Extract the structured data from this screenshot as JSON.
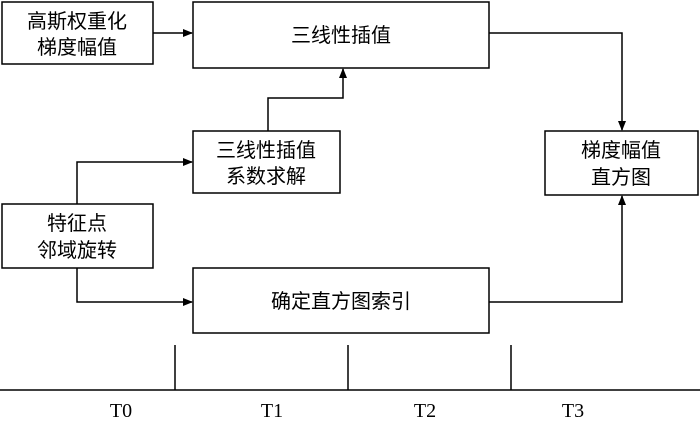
{
  "boxes": {
    "gauss": [
      "高斯权重化",
      "梯度幅值"
    ],
    "trilinear": [
      "三线性插值"
    ],
    "coeff": [
      "三线性插值",
      "系数求解"
    ],
    "histogram": [
      "梯度幅值",
      "直方图"
    ],
    "rotate": [
      "特征点",
      "邻域旋转"
    ],
    "index": [
      "确定直方图索引"
    ]
  },
  "timeline": [
    "T0",
    "T1",
    "T2",
    "T3"
  ]
}
